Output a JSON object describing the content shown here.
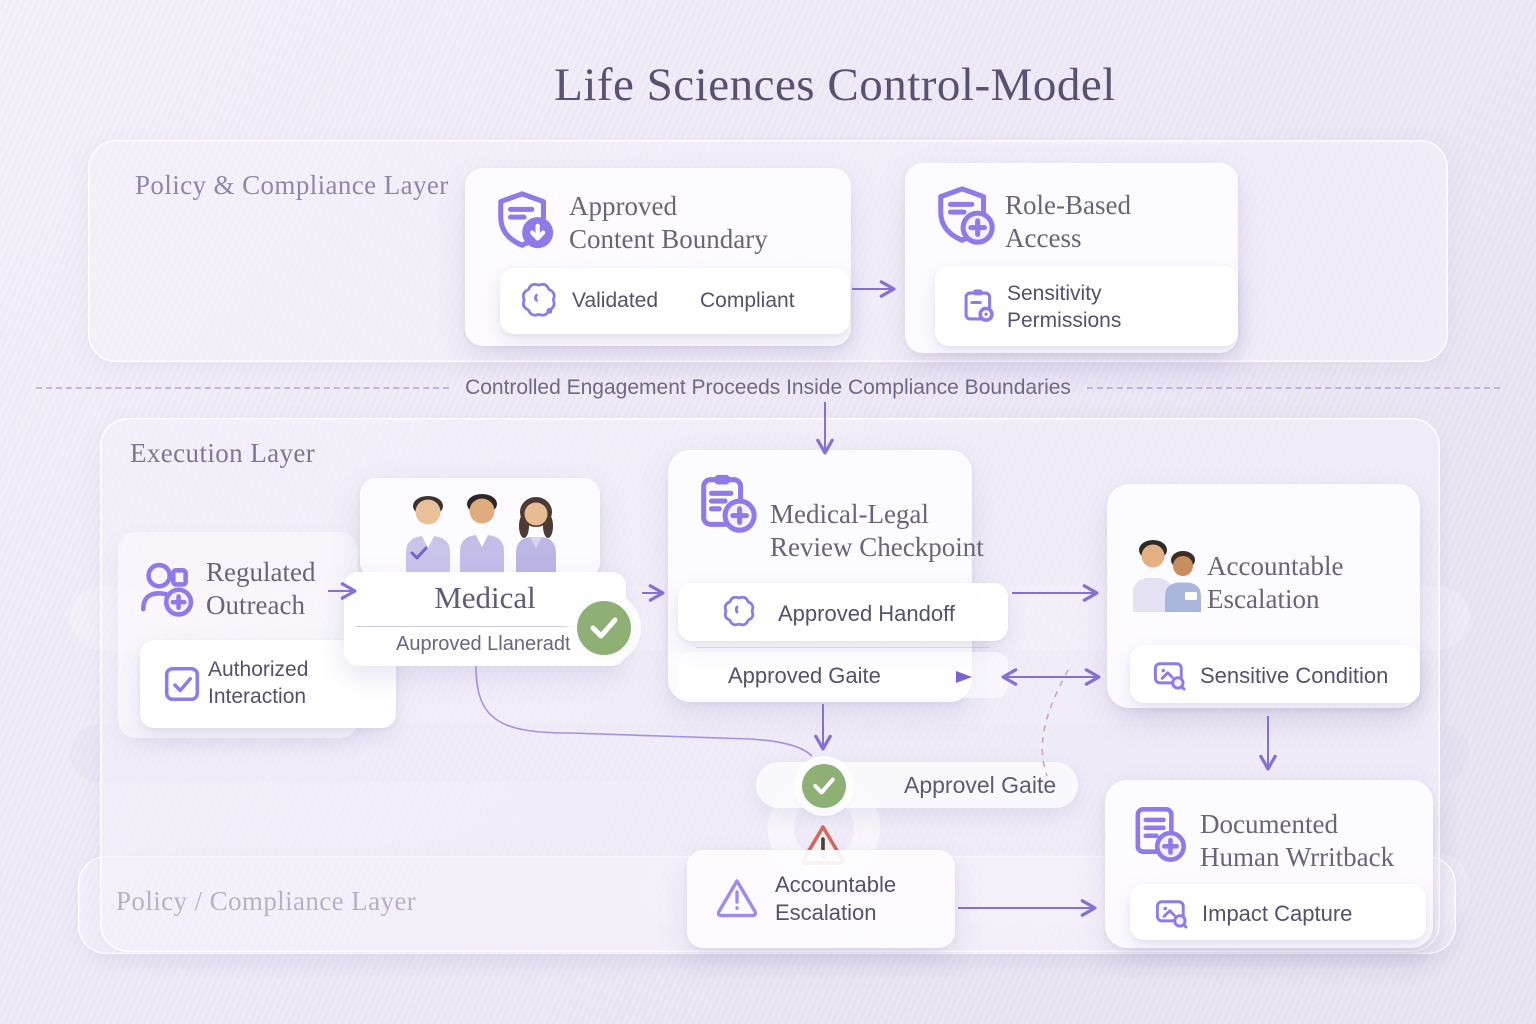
{
  "title": "Life Sciences Control-Model",
  "layers": {
    "policy_top": "Policy & Compliance Layer",
    "execution": "Execution Layer",
    "policy_bottom": "Policy / Compliance Layer"
  },
  "divider": {
    "label": "Controlled Engagement Proceeds Inside Compliance Boundaries"
  },
  "nodes": {
    "approved_content": {
      "title": "Approved\nContent Boundary",
      "validated": "Validated",
      "compliant": "Compliant"
    },
    "role_access": {
      "title": "Role-Based\nAccess",
      "sub": "Sensitivity\nPermissions"
    },
    "regulated_outreach": {
      "title": "Regulated\nOutreach",
      "sub": "Authorized\nInteraction"
    },
    "medical": {
      "title": "Medical",
      "subtitle": "Auproved Llaneradt"
    },
    "review_checkpoint": {
      "title": "Medical-Legal\nReview Checkpoint",
      "handoff": "Approved Handoff",
      "gate": "Approved Gaite"
    },
    "accountable_escalation": {
      "title": "Accountable\nEscalation",
      "sub": "Sensitive Condition"
    },
    "approval_gate": {
      "label": "Approvel Gaite"
    },
    "escalation_alert": {
      "title": "Accountable\nEscalation"
    },
    "documented_writeback": {
      "title": "Documented\nHuman Wrritback",
      "sub": "Impact Capture"
    }
  },
  "colors": {
    "accent": "#8f7ae8",
    "arrow": "#7b63cf",
    "green": "#8fb074",
    "red": "#d4685e"
  }
}
